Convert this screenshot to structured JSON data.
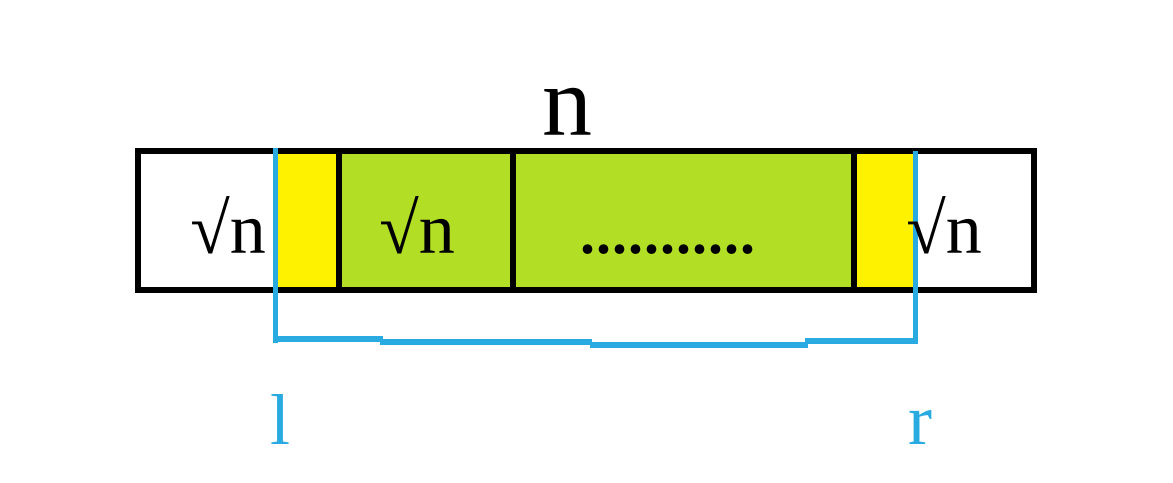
{
  "diagram": {
    "top_label": "n",
    "bar": {
      "outside_left_label": "√n",
      "block_label": "√n",
      "middle_dots": "...........",
      "outside_right_label": "√n"
    },
    "range": {
      "left_label": "l",
      "right_label": "r"
    },
    "colors": {
      "partial_block_yellow": "#FFF200",
      "full_block_green": "#B2DF25",
      "range_marker_blue": "#29ABE2",
      "outline_black": "#000000"
    }
  }
}
